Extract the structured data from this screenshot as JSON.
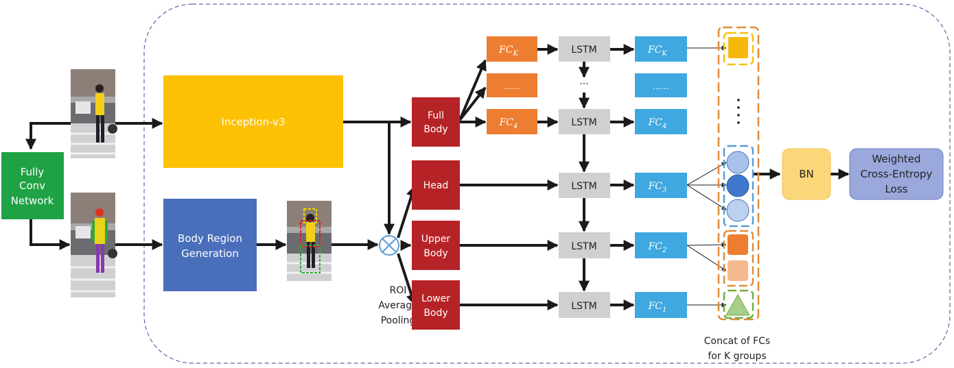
{
  "labels": {
    "fcn": [
      "Fully",
      "Conv",
      "Network"
    ],
    "inception": "Inception-v3",
    "brg": [
      "Body Region",
      "Generation"
    ],
    "full_body": [
      "Full",
      "Body"
    ],
    "head": "Head",
    "upper_body": [
      "Upper",
      "Body"
    ],
    "lower_body": [
      "Lower",
      "Body"
    ],
    "roi": [
      "ROI",
      "Average",
      "Pooling"
    ],
    "lstm": "LSTM",
    "fc": "FC",
    "ellipsis_box": "……",
    "ellipsis_vert": "···",
    "sub_k": "K",
    "sub_4": "4",
    "sub_3": "3",
    "sub_2": "2",
    "sub_1": "1",
    "concat": [
      "Concat of FCs",
      "for K groups"
    ],
    "bn": "BN",
    "loss": [
      "Weighted",
      "Cross-Entropy",
      "Loss"
    ]
  },
  "colors": {
    "fcn": "#1fa245",
    "inception": "#fdc103",
    "brg": "#4a6fba",
    "part": "#b62326",
    "fc_orange": "#ed7d31",
    "lstm": "#d0d0d0",
    "fc_blue": "#3fa8e0",
    "bn": "#fcd77a",
    "loss": "#9aa8dc",
    "dashed_border": "#7a55a8"
  },
  "icons": [
    "yellow-square-icon",
    "blue-circle-icon",
    "orange-square-icon",
    "green-triangle-icon",
    "roi-pooling-icon"
  ]
}
